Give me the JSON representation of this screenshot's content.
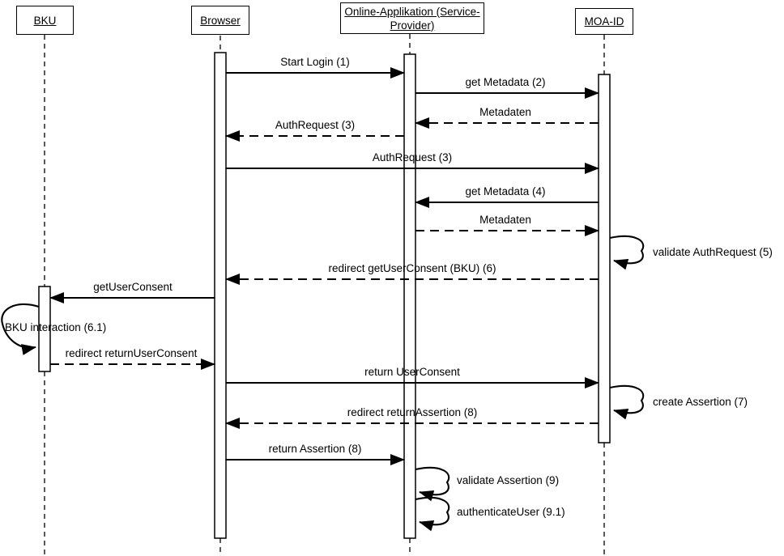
{
  "colors": {
    "line": "#000000",
    "background": "#ffffff"
  },
  "diagram_type": "uml-sequence-diagram",
  "actors": [
    {
      "id": "bku",
      "label": "BKU"
    },
    {
      "id": "browser",
      "label": "Browser"
    },
    {
      "id": "online-applikation",
      "label": "Online-Applikation (Service-Provider)"
    },
    {
      "id": "moa-id",
      "label": "MOA-ID"
    }
  ],
  "messages": [
    {
      "n": "1",
      "label": "Start Login (1)",
      "from": "Browser",
      "to": "Online-Applikation (Service-Provider)",
      "style": "solid"
    },
    {
      "n": "2",
      "label": "get Metadata (2)",
      "from": "Online-Applikation (Service-Provider)",
      "to": "MOA-ID",
      "style": "solid"
    },
    {
      "n": "",
      "label": "Metadaten",
      "from": "MOA-ID",
      "to": "Online-Applikation (Service-Provider)",
      "style": "dashed"
    },
    {
      "n": "3",
      "label": "AuthRequest (3)",
      "from": "Online-Applikation (Service-Provider)",
      "to": "Browser",
      "style": "dashed"
    },
    {
      "n": "3",
      "label": "AuthRequest (3)",
      "from": "Browser",
      "to": "MOA-ID",
      "style": "solid"
    },
    {
      "n": "4",
      "label": "get Metadata (4)",
      "from": "MOA-ID",
      "to": "Online-Applikation (Service-Provider)",
      "style": "solid"
    },
    {
      "n": "",
      "label": "Metadaten",
      "from": "Online-Applikation (Service-Provider)",
      "to": "MOA-ID",
      "style": "dashed"
    },
    {
      "n": "5",
      "label": "validate AuthRequest (5)",
      "from": "MOA-ID",
      "to": "MOA-ID",
      "style": "self"
    },
    {
      "n": "6",
      "label": "redirect getUserConsent (BKU) (6)",
      "from": "MOA-ID",
      "to": "Browser",
      "style": "dashed"
    },
    {
      "n": "",
      "label": "getUserConsent",
      "from": "Browser",
      "to": "BKU",
      "style": "solid"
    },
    {
      "n": "6.1",
      "label": "BKU interaction (6.1)",
      "from": "BKU",
      "to": "BKU",
      "style": "self"
    },
    {
      "n": "",
      "label": "redirect returnUserConsent",
      "from": "BKU",
      "to": "Browser",
      "style": "dashed"
    },
    {
      "n": "",
      "label": "return UserConsent",
      "from": "Browser",
      "to": "MOA-ID",
      "style": "solid"
    },
    {
      "n": "7",
      "label": "create Assertion (7)",
      "from": "MOA-ID",
      "to": "MOA-ID",
      "style": "self"
    },
    {
      "n": "8",
      "label": "redirect returnAssertion (8)",
      "from": "MOA-ID",
      "to": "Browser",
      "style": "dashed"
    },
    {
      "n": "8",
      "label": "return Assertion (8)",
      "from": "Browser",
      "to": "Online-Applikation (Service-Provider)",
      "style": "solid"
    },
    {
      "n": "9",
      "label": "validate Assertion (9)",
      "from": "Online-Applikation (Service-Provider)",
      "to": "Online-Applikation (Service-Provider)",
      "style": "self"
    },
    {
      "n": "9.1",
      "label": "authenticateUser (9.1)",
      "from": "Online-Applikation (Service-Provider)",
      "to": "Online-Applikation (Service-Provider)",
      "style": "self"
    }
  ]
}
